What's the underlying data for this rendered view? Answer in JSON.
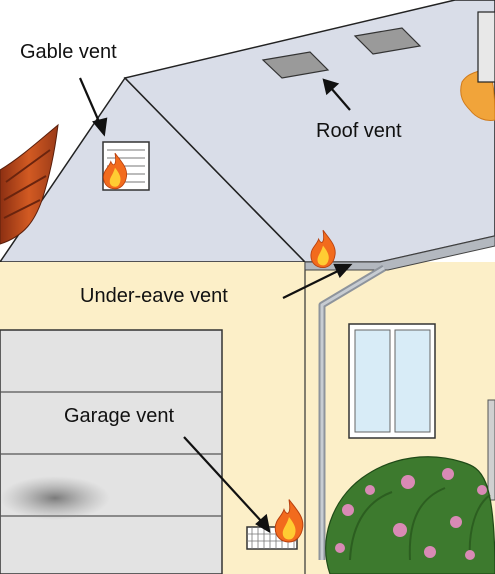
{
  "labels": {
    "gable_vent": "Gable vent",
    "roof_vent": "Roof vent",
    "under_eave_vent": "Under-eave vent",
    "garage_vent": "Garage vent"
  },
  "icons": {
    "flame": "flame-icon",
    "vent": "vent-grille-icon",
    "shrub": "flowering-shrub",
    "window": "double-window"
  },
  "colors": {
    "roof": "#d9dde8",
    "wall": "#fcefc8",
    "garage_door": "#e3e3e3",
    "trim": "#a8adb5",
    "flame_outer": "#f26b1d",
    "flame_inner": "#ffcc33",
    "fire_left": "#c24a1c",
    "foliage": "#3d7a2e",
    "flower": "#d98ab5"
  }
}
